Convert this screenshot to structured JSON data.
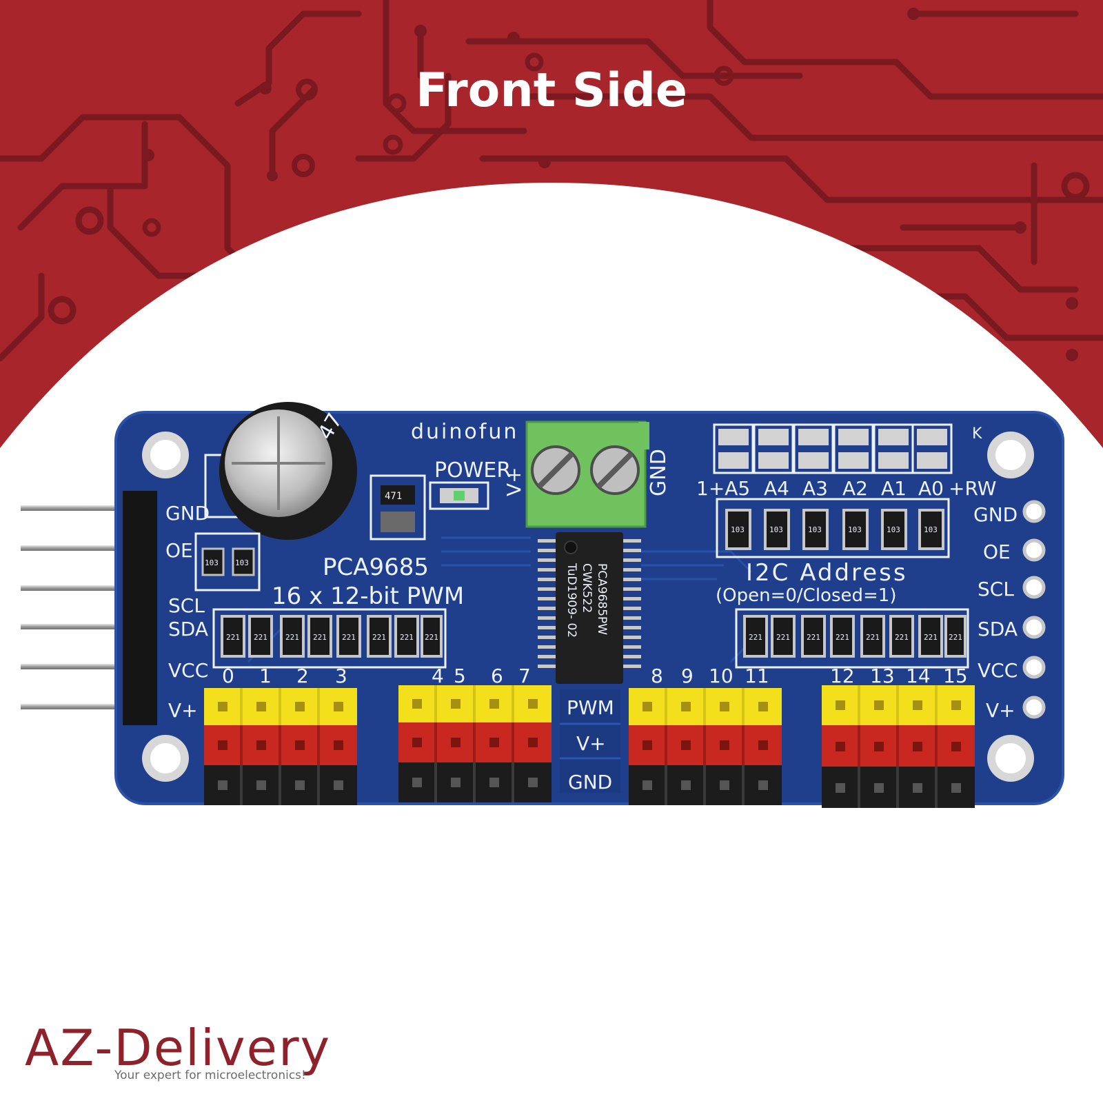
{
  "heading": "Front Side",
  "brand": {
    "logo_text": "AZ-Delivery",
    "tagline": "Your expert for microelectronics!"
  },
  "colors": {
    "banner_red": "#a8262b",
    "trace_dark": "#7a1a20",
    "pcb_blue": "#1f3f8c",
    "terminal_green": "#6fc25e",
    "header_yellow": "#f3df1c",
    "header_red": "#c8281f",
    "header_black": "#1c1c1c"
  },
  "board": {
    "maker_text": "duinofun",
    "chip_label": "PCA9685",
    "chip_desc": "16 x 12-bit PWM",
    "chip_marking": [
      "PCA9685PW",
      "CWK522",
      "TuD1909- 02"
    ],
    "power_label": "POWER",
    "terminal_vplus": "V+",
    "terminal_gnd": "GND",
    "cap_marking": "47",
    "resistor_471": "471",
    "resistor_103": "103",
    "resistor_221": "221",
    "i2c_title": "I2C Address",
    "i2c_subtitle": "(Open=0/Closed=1)",
    "address_pins": [
      "1+A5",
      "A4",
      "A3",
      "A2",
      "A1",
      "A0",
      "+RW"
    ],
    "corner_k": "K",
    "left_pins": [
      "GND",
      "OE",
      "SCL",
      "SDA",
      "VCC",
      "V+"
    ],
    "right_pins": [
      "GND",
      "OE",
      "SCL",
      "SDA",
      "VCC",
      "V+"
    ],
    "row_pwm": "PWM",
    "row_vplus": "V+",
    "row_gnd": "GND",
    "channels": [
      "0",
      "1",
      "2",
      "3",
      "4",
      "5",
      "6",
      "7",
      "8",
      "9",
      "10",
      "11",
      "12",
      "13",
      "14",
      "15"
    ]
  }
}
